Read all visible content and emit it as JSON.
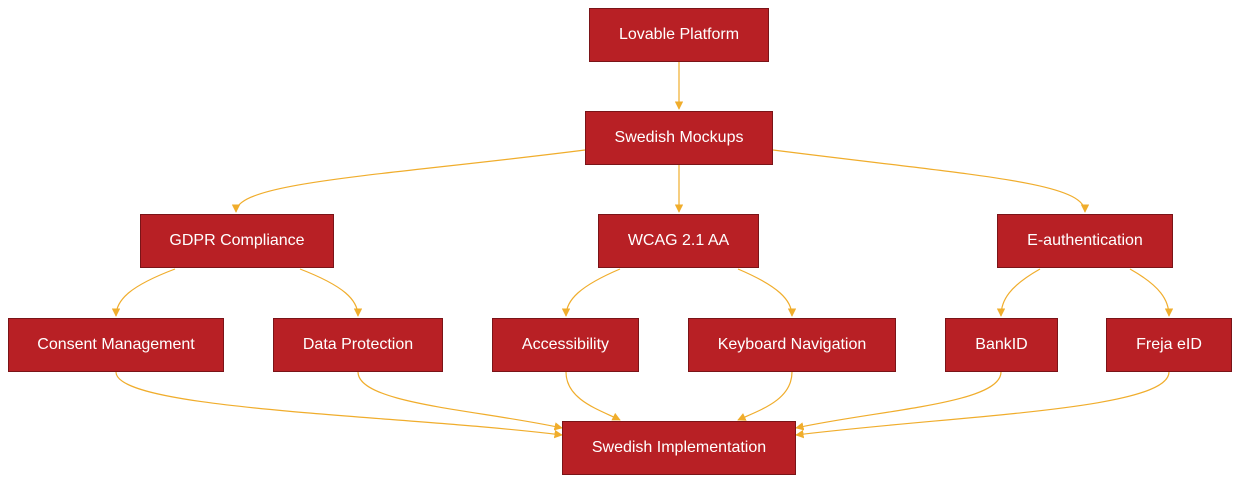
{
  "colors": {
    "node_fill": "#b82025",
    "node_border": "#7a1418",
    "node_text": "#ffffff",
    "edge": "#f0ad2c"
  },
  "nodes": {
    "lovable_platform": "Lovable Platform",
    "swedish_mockups": "Swedish Mockups",
    "gdpr_compliance": "GDPR Compliance",
    "wcag": "WCAG 2.1 AA",
    "e_authentication": "E-authentication",
    "consent_management": "Consent Management",
    "data_protection": "Data Protection",
    "accessibility": "Accessibility",
    "keyboard_navigation": "Keyboard Navigation",
    "bankid": "BankID",
    "freja_eid": "Freja eID",
    "swedish_implementation": "Swedish Implementation"
  },
  "edges": [
    {
      "from": "lovable_platform",
      "to": "swedish_mockups"
    },
    {
      "from": "swedish_mockups",
      "to": "gdpr_compliance"
    },
    {
      "from": "swedish_mockups",
      "to": "wcag"
    },
    {
      "from": "swedish_mockups",
      "to": "e_authentication"
    },
    {
      "from": "gdpr_compliance",
      "to": "consent_management"
    },
    {
      "from": "gdpr_compliance",
      "to": "data_protection"
    },
    {
      "from": "wcag",
      "to": "accessibility"
    },
    {
      "from": "wcag",
      "to": "keyboard_navigation"
    },
    {
      "from": "e_authentication",
      "to": "bankid"
    },
    {
      "from": "e_authentication",
      "to": "freja_eid"
    },
    {
      "from": "consent_management",
      "to": "swedish_implementation"
    },
    {
      "from": "data_protection",
      "to": "swedish_implementation"
    },
    {
      "from": "accessibility",
      "to": "swedish_implementation"
    },
    {
      "from": "keyboard_navigation",
      "to": "swedish_implementation"
    },
    {
      "from": "bankid",
      "to": "swedish_implementation"
    },
    {
      "from": "freja_eid",
      "to": "swedish_implementation"
    }
  ]
}
